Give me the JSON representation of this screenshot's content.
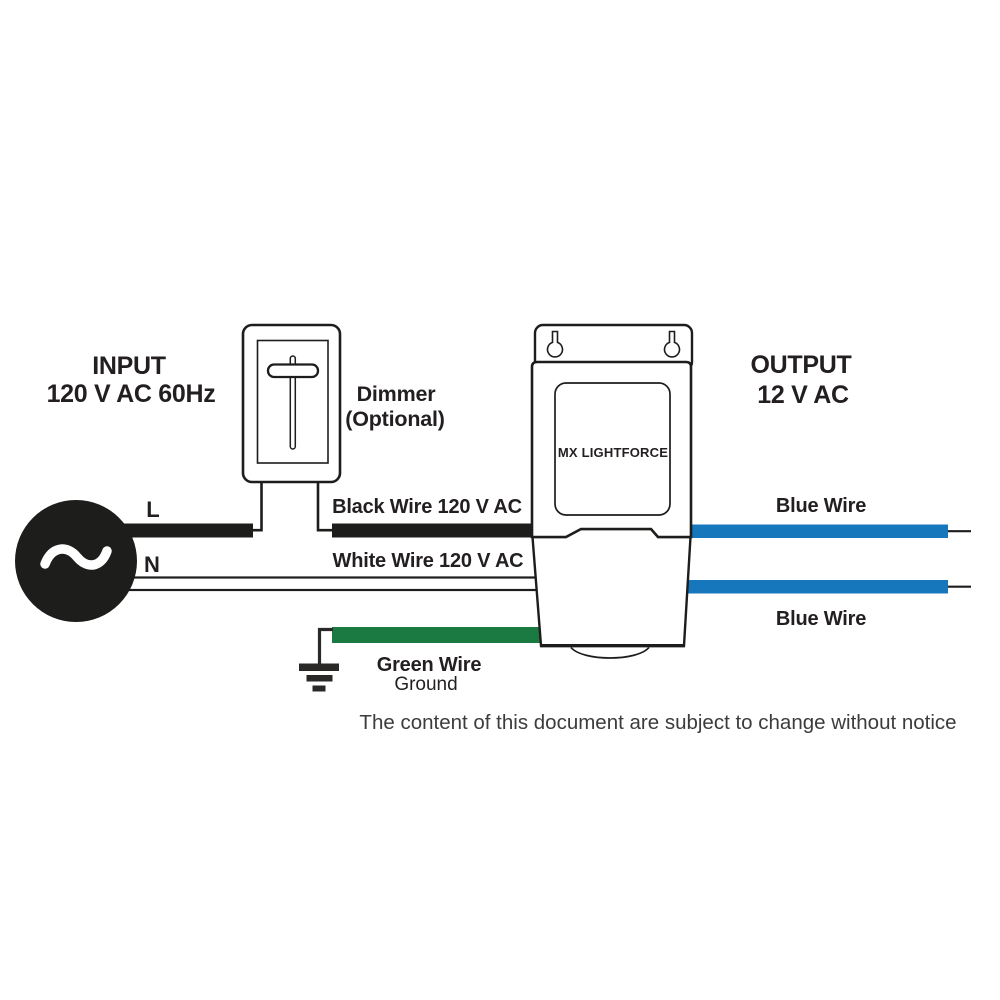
{
  "input": {
    "title": "INPUT",
    "spec": "120 V AC 60Hz"
  },
  "output": {
    "title": "OUTPUT",
    "spec": "12 V AC"
  },
  "dimmer": {
    "name": "Dimmer",
    "qualifier": "(Optional)"
  },
  "source": {
    "live_label": "L",
    "neutral_label": "N"
  },
  "device": {
    "brand": "MX LIGHTFORCE"
  },
  "wires": {
    "black": {
      "label": "Black Wire 120 V AC",
      "color": "#1d1d1b"
    },
    "white": {
      "label": "White Wire 120 V AC",
      "color": "#ffffff"
    },
    "green": {
      "label": "Green Wire",
      "sublabel": "Ground",
      "color": "#1b7a41"
    },
    "blue_top": {
      "label": "Blue Wire",
      "color": "#1777bd"
    },
    "blue_bottom": {
      "label": "Blue Wire",
      "color": "#1777bd"
    }
  },
  "colors": {
    "line": "#1d1d1b",
    "ground_symbol": "#2b2927"
  },
  "notice": "The content of this document are subject to change without notice"
}
